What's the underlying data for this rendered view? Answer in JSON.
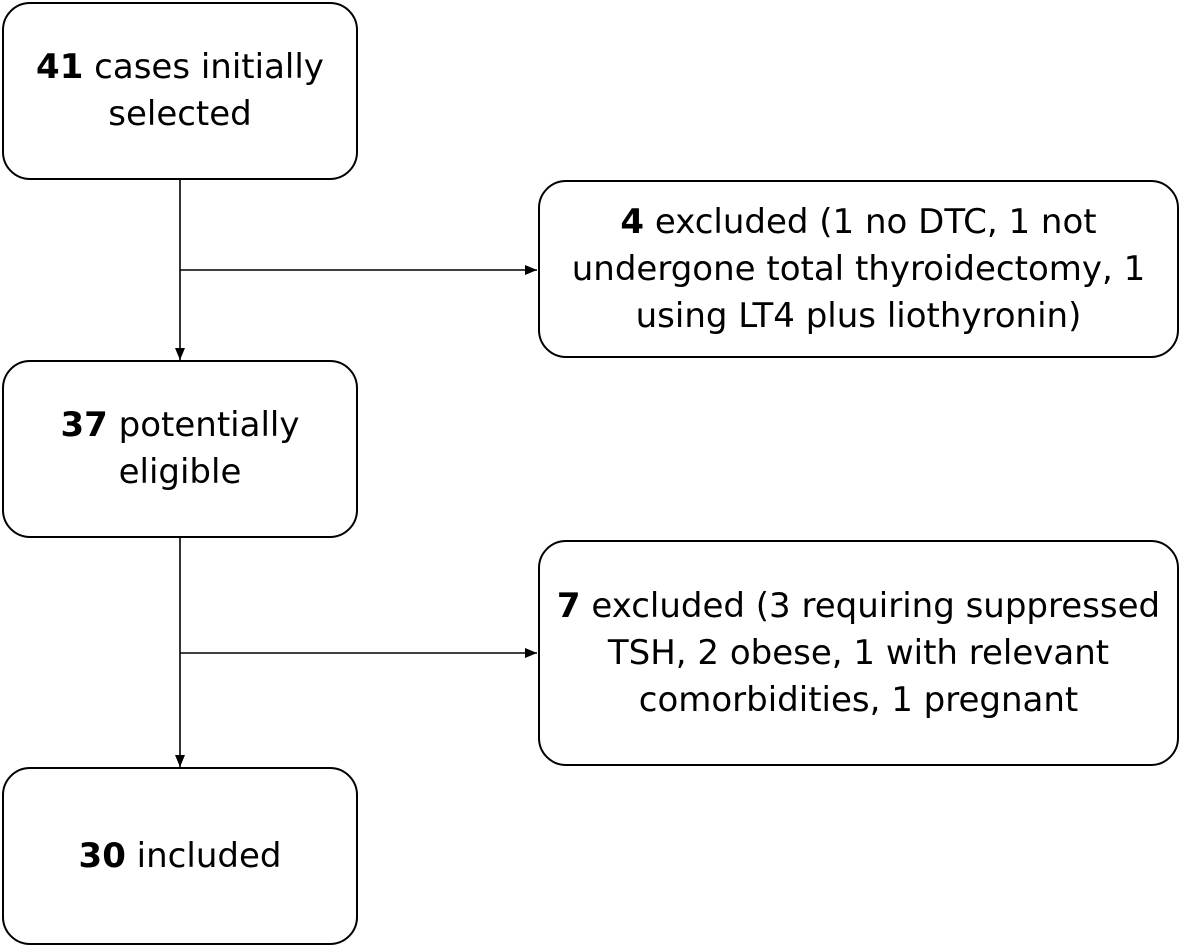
{
  "nodes": {
    "selected": {
      "count": "41",
      "text": " cases initially selected"
    },
    "exclude_1": {
      "count": "4",
      "text": " excluded (1 no DTC, 1 not undergone total thyroidectomy, 1 using LT4 plus liothyronin)"
    },
    "eligible": {
      "count": "37",
      "text": " potentially eligible"
    },
    "exclude_2": {
      "count": "7",
      "text": " excluded (3 requiring suppressed TSH, 2 obese, 1 with relevant comorbidities, 1 pregnant"
    },
    "included": {
      "count": "30",
      "text": " included"
    }
  },
  "edges": [
    {
      "from": "selected",
      "to": "eligible"
    },
    {
      "from": "selected",
      "to": "exclude_1"
    },
    {
      "from": "eligible",
      "to": "included"
    },
    {
      "from": "eligible",
      "to": "exclude_2"
    }
  ],
  "colors": {
    "stroke": "#000000",
    "background": "#ffffff"
  }
}
